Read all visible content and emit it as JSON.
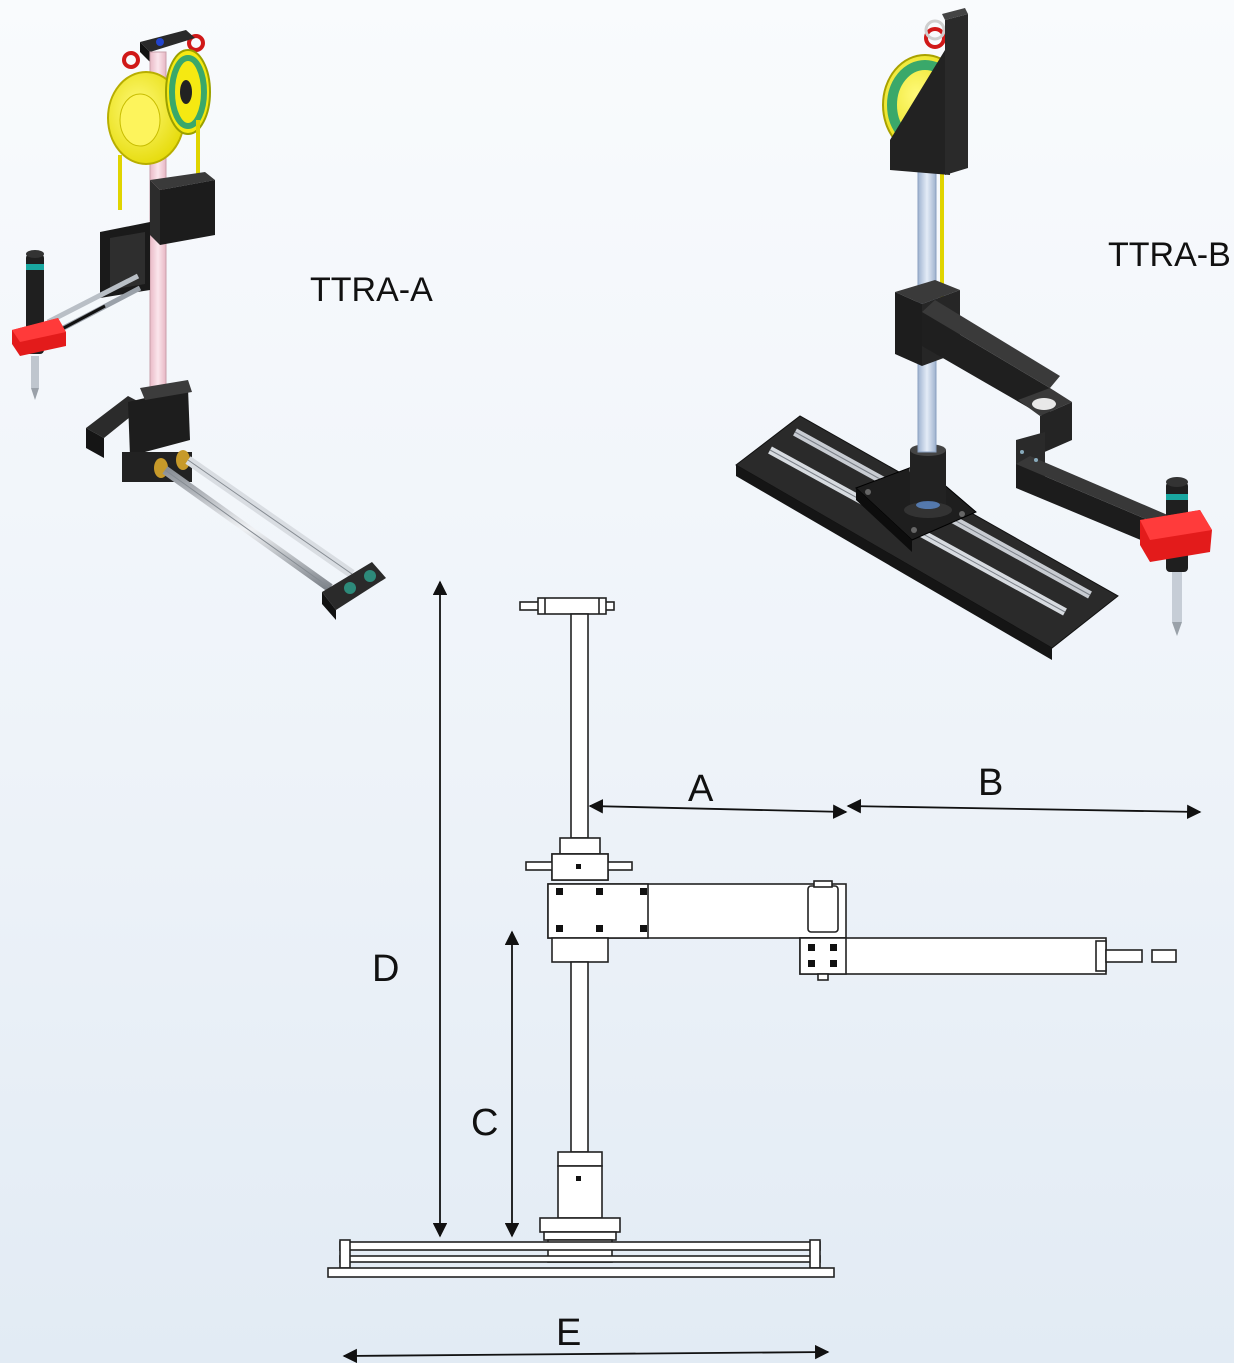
{
  "models": {
    "a": "TTRA-A",
    "b": "TTRA-B"
  },
  "dimensions": {
    "a": "A",
    "b": "B",
    "c": "C",
    "d": "D",
    "e": "E"
  },
  "colors": {
    "balancer_yellow": "#f2ec1c",
    "reel_green": "#3aa86a",
    "tool_red": "#e31b1b",
    "frame_black": "#1f1f1f",
    "rod_pink": "#f3d3dc",
    "rod_blue": "#c8d6ea",
    "cap_teal": "#19a7a0",
    "fitting_gold": "#c79a2a",
    "drawing_line": "#222222"
  },
  "icons": [
    "balancer-a-icon",
    "balancer-b-icon",
    "torque-tool-icon",
    "shackle-icon"
  ]
}
